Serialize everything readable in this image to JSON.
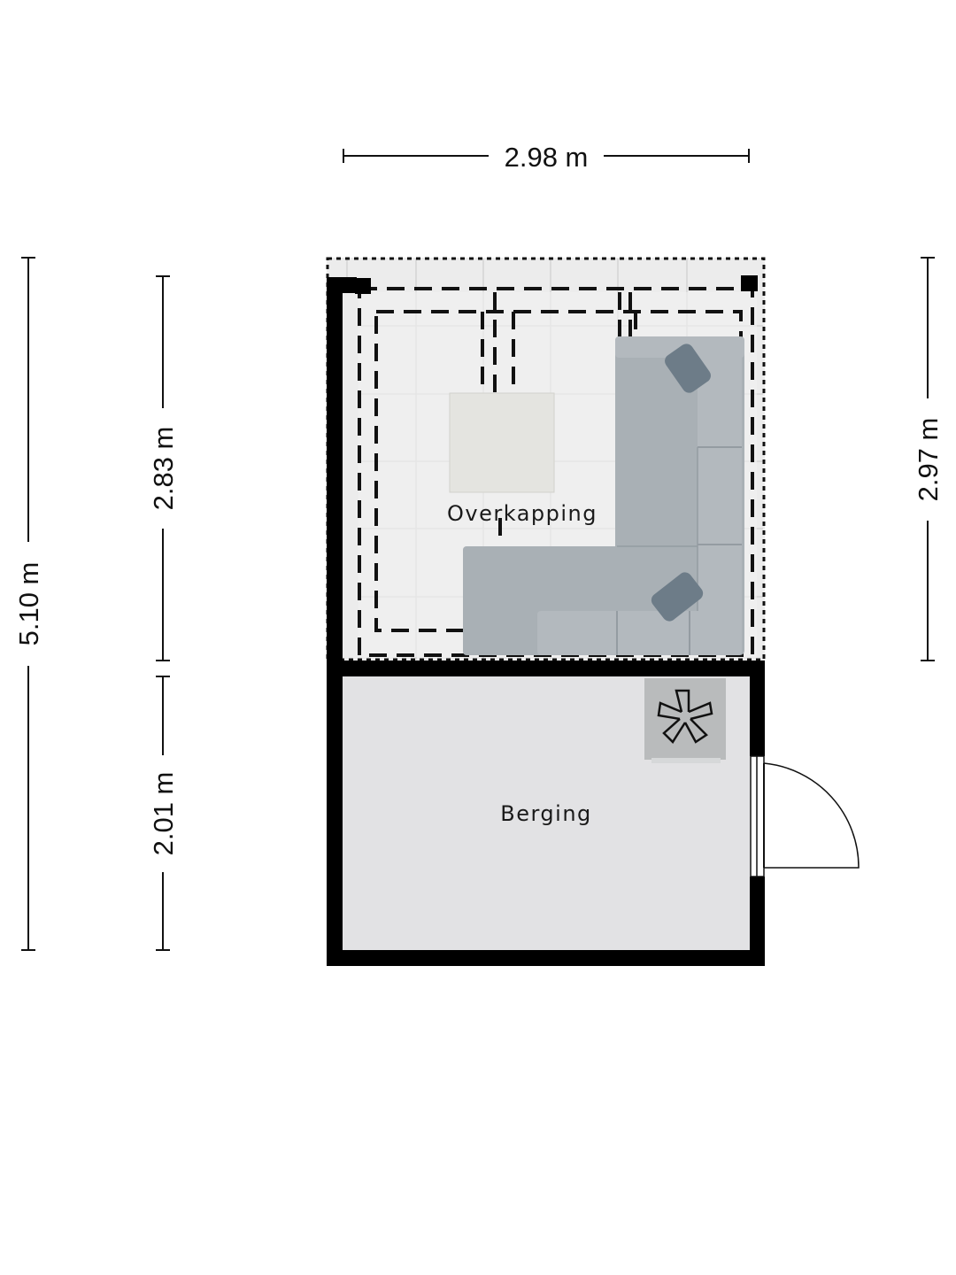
{
  "dimensions": {
    "top_width": "2.98 m",
    "total_height": "5.10 m",
    "overkapping_height": "2.83 m",
    "berging_height": "2.01 m",
    "right_height": "2.97 m"
  },
  "rooms": {
    "overkapping": "Overkapping",
    "berging": "Berging"
  },
  "colors": {
    "wall": "#000000",
    "berging_floor": "#e2e2e4",
    "overkapping_floor": "#eeeeee",
    "sofa": "#a9b0b5",
    "sofa_pillow": "#6d7c88",
    "table": "#e4e4e0"
  }
}
